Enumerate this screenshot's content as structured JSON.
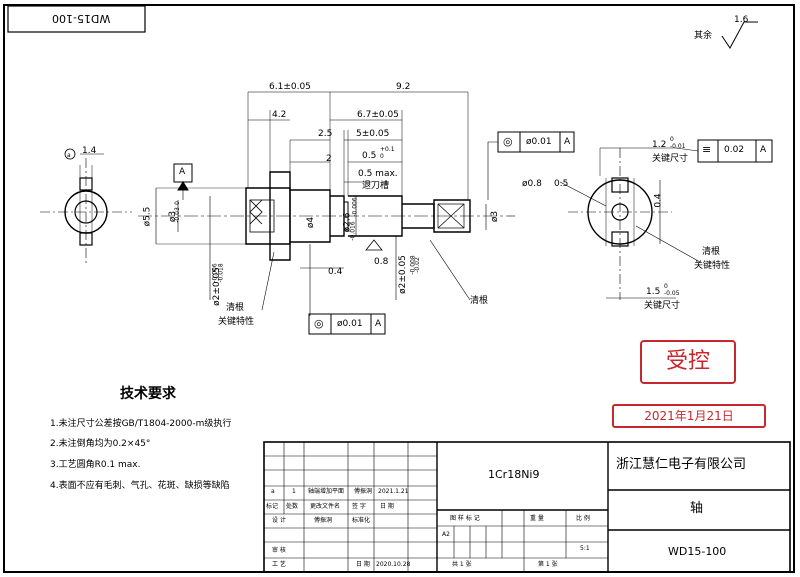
{
  "corner_code": "WD15-100",
  "roughness_rest": {
    "label": "其余",
    "value": "1.6"
  },
  "dims": {
    "d_6_1": "6.1±0.05",
    "d_9_2": "9.2",
    "d_4_2": "4.2",
    "d_6_7": "6.7±0.05",
    "d_2_5": "2.5",
    "d_5": "5±0.05",
    "d_2": "2",
    "d_0_5_tol": "0.5",
    "d_0_5_max": "0.5 max.",
    "undercut": "退刀槽",
    "d_0_4": "0.4",
    "d_0_8": "0.8",
    "dia_5_5": "ø5.5",
    "dia_3": "ø3",
    "dia_4": "ø4",
    "dia_2_6": "ø2.6",
    "dia_2": "ø2±0.05",
    "dia_3_right": "ø3",
    "r_1_4": "1.4",
    "dia_0_8": "ø0.8",
    "depth_0_5": "0.5",
    "d_1_2": "1.2",
    "d_0_4_right": "0.4",
    "d_1_5": "1.5"
  },
  "tol_small": {
    "t0_5a": "+0.1",
    "t0_5b": "0",
    "t_d3a": "0",
    "t_d3b": "-0.03",
    "t_d2a": "-0.006",
    "t_d2b": "-0.018",
    "t_d26a": "-0.006",
    "t_d26b": "-0.016",
    "t_d2ra": "-0.008",
    "t_d2rb": "-0.02",
    "t12a": "0",
    "t12b": "-0.01",
    "t15a": "0",
    "t15b": "-0.05"
  },
  "datum": "A",
  "gdt": {
    "conc_top": {
      "symbol": "◎",
      "value": "ø0.01",
      "ref": "A"
    },
    "conc_bottom": {
      "symbol": "◎",
      "value": "ø0.01",
      "ref": "A"
    },
    "sym_right": {
      "symbol": "≡",
      "value": "0.02",
      "ref": "A"
    }
  },
  "notes_labels": {
    "clear_root": "清根",
    "key_feature": "关键特性",
    "key_size": "关键尺寸",
    "clear_root_mid": "清根"
  },
  "tech_req": {
    "title": "技术要求",
    "items": [
      "1.未注尺寸公差按GB/T1804-2000-m级执行",
      "2.未注倒角均为0.2×45°",
      "3.工艺圆角R0.1 max.",
      "4.表面不应有毛刺、气孔、花斑、缺损等缺陷"
    ]
  },
  "stamp": {
    "text": "受控",
    "date": "2021年1月21日"
  },
  "title_block": {
    "material": "1Cr18Ni9",
    "company": "浙江慧仁电子有限公司",
    "part_name": "轴",
    "drawing_no": "WD15-100",
    "rev_row": {
      "mark": "a",
      "count": "1",
      "content": "轴端增加平面",
      "name": "傅振洞",
      "date": "2021.1.21"
    },
    "rev_header": [
      "标记",
      "处数",
      "更改文件名",
      "签 字",
      "日 期"
    ],
    "design_row": {
      "label": "设  计",
      "name": "傅振洞",
      "std_label": "标准化"
    },
    "review_label": "审  核",
    "process_label": "工  艺",
    "date_label": "日  期",
    "date_value": "2020.10.28",
    "stage_header": [
      "图 样 标 记",
      "重   量",
      "比  例"
    ],
    "stage": "A2",
    "scale": "5:1",
    "sheets_total": "共   1   张",
    "sheet_no": "第   1   张"
  }
}
